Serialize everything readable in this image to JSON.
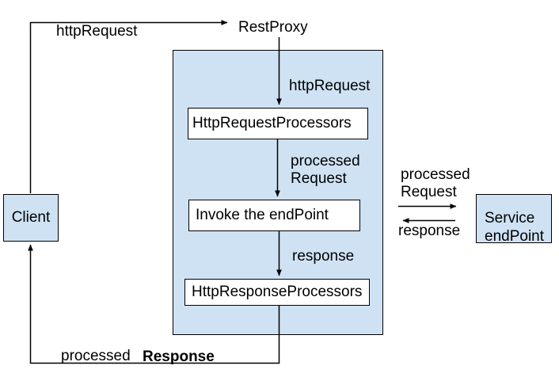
{
  "diagram": {
    "kind": "flow-diagram",
    "colors": {
      "node_fill": "#cfe2f3",
      "line": "#000000",
      "background": "#ffffff",
      "text": "#000000"
    },
    "nodes": {
      "client": {
        "label": "Client"
      },
      "rest_proxy": {
        "label": "RestProxy"
      },
      "http_request_processors": {
        "label": "HttpRequestProcessors"
      },
      "invoke_endpoint": {
        "label": "Invoke the endPoint"
      },
      "http_response_processors": {
        "label": "HttpResponseProcessors"
      },
      "service_endpoint": {
        "label_line1": "Service",
        "label_line2": "endPoint"
      }
    },
    "edges": {
      "client_to_restproxy": {
        "label": "httpRequest"
      },
      "restproxy_to_request_processors": {
        "label": "httpRequest"
      },
      "request_processors_to_invoke": {
        "label_line1": "processed",
        "label_line2": "Request"
      },
      "invoke_to_response_processors": {
        "label": "response"
      },
      "proxy_to_service": {
        "label_line1": "processed",
        "label_line2": "Request"
      },
      "service_to_proxy": {
        "label": "response"
      },
      "response_to_client": {
        "label_word1": "processed",
        "label_word2": "Response"
      }
    }
  }
}
